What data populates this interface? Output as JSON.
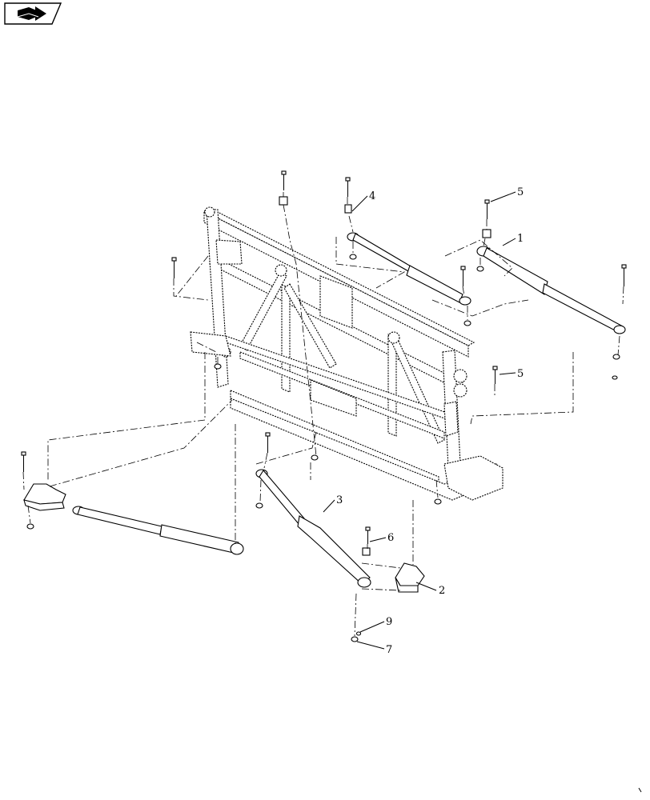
{
  "nav": {
    "icon": "back-arrow-icon"
  },
  "callouts": [
    {
      "id": "1",
      "text": "1"
    },
    {
      "id": "2",
      "text": "2"
    },
    {
      "id": "3",
      "text": "3"
    },
    {
      "id": "4",
      "text": "4"
    },
    {
      "id": "5a",
      "text": "5"
    },
    {
      "id": "5b",
      "text": "5"
    },
    {
      "id": "6",
      "text": "6"
    },
    {
      "id": "7",
      "text": "7"
    },
    {
      "id": "9",
      "text": "9"
    }
  ]
}
